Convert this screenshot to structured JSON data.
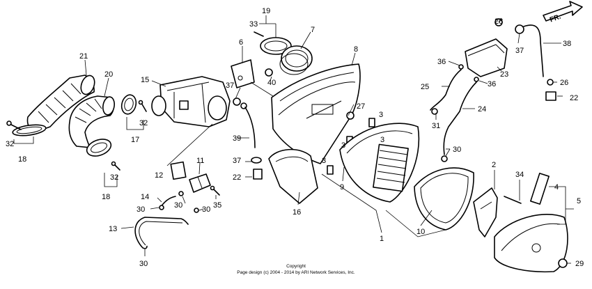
{
  "labels": [
    {
      "id": "p19",
      "text": "19"
    },
    {
      "id": "p33",
      "text": "33"
    },
    {
      "id": "p7",
      "text": "7"
    },
    {
      "id": "p6",
      "text": "6"
    },
    {
      "id": "p8",
      "text": "8"
    },
    {
      "id": "p21",
      "text": "21"
    },
    {
      "id": "p20",
      "text": "20"
    },
    {
      "id": "p15",
      "text": "15"
    },
    {
      "id": "p37a",
      "text": "37"
    },
    {
      "id": "p40",
      "text": "40"
    },
    {
      "id": "p32a",
      "text": "32"
    },
    {
      "id": "p17",
      "text": "17"
    },
    {
      "id": "p32b",
      "text": "32"
    },
    {
      "id": "p18a",
      "text": "18"
    },
    {
      "id": "p32c",
      "text": "32"
    },
    {
      "id": "p18b",
      "text": "18"
    },
    {
      "id": "p11",
      "text": "11"
    },
    {
      "id": "p12",
      "text": "12"
    },
    {
      "id": "p14",
      "text": "14"
    },
    {
      "id": "p30a",
      "text": "30"
    },
    {
      "id": "p30b",
      "text": "30"
    },
    {
      "id": "p30c",
      "text": "30"
    },
    {
      "id": "p35",
      "text": "35"
    },
    {
      "id": "p13",
      "text": "13"
    },
    {
      "id": "p30d",
      "text": "30"
    },
    {
      "id": "p39",
      "text": "39"
    },
    {
      "id": "p37b",
      "text": "37"
    },
    {
      "id": "p22a",
      "text": "22"
    },
    {
      "id": "p16",
      "text": "16"
    },
    {
      "id": "p27",
      "text": "27"
    },
    {
      "id": "p3a",
      "text": "3"
    },
    {
      "id": "p3b",
      "text": "3"
    },
    {
      "id": "p3c",
      "text": "3"
    },
    {
      "id": "p3d",
      "text": "3"
    },
    {
      "id": "p9",
      "text": "9"
    },
    {
      "id": "p1",
      "text": "1"
    },
    {
      "id": "p10",
      "text": "10"
    },
    {
      "id": "p28",
      "text": "28"
    },
    {
      "id": "p37c",
      "text": "37"
    },
    {
      "id": "p38",
      "text": "38"
    },
    {
      "id": "p36a",
      "text": "36"
    },
    {
      "id": "p23",
      "text": "23"
    },
    {
      "id": "p25",
      "text": "25"
    },
    {
      "id": "p36b",
      "text": "36"
    },
    {
      "id": "p26",
      "text": "26"
    },
    {
      "id": "p22b",
      "text": "22"
    },
    {
      "id": "p24",
      "text": "24"
    },
    {
      "id": "p31",
      "text": "31"
    },
    {
      "id": "p30e",
      "text": "30"
    },
    {
      "id": "p2",
      "text": "2"
    },
    {
      "id": "p34",
      "text": "34"
    },
    {
      "id": "p4",
      "text": "4"
    },
    {
      "id": "p5",
      "text": "5"
    },
    {
      "id": "p29",
      "text": "29"
    }
  ],
  "direction_label": "FR.",
  "copyright": {
    "line1": "Copyright",
    "line2": "Page design (c) 2004 - 2014 by ARI Network Services, Inc."
  }
}
